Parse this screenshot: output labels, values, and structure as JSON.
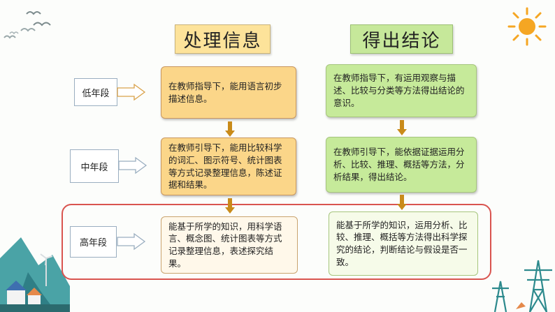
{
  "headers": {
    "process": "处理信息",
    "conclude": "得出结论"
  },
  "levels": {
    "low": "低年段",
    "mid": "中年段",
    "high": "高年段"
  },
  "process_boxes": {
    "low": "在教师指导下，能用语言初步描述信息。",
    "mid": "在教师引导下，能用比较科学的词汇、图示符号、统计图表等方式记录整理信息，陈述证据和结果。",
    "high": "能基于所学的知识，用科学语言、概念图、统计图表等方式记录整理信息，表述探究结果。"
  },
  "conclude_boxes": {
    "low": "在教师指导下，有运用观察与描述、比较与分类等方法得出结论的意识。",
    "mid": "在教师引导下，能依据证据运用分析、比较、推理、概括等方法，分析结果，得出结论。",
    "high": "能基于所学的知识，运用分析、比较、推理、概括等方法得出科学探究的结论，判断结论与假设是否一致。"
  },
  "icons": {
    "sun": "sun-icon",
    "birds": "birds-icon",
    "landscape": "house-landscape-icon",
    "tower": "power-tower-icon"
  },
  "colors": {
    "orange": "#fbd689",
    "green": "#c6ea9a",
    "highlight": "#d9544f",
    "arrow": "#c98b1a"
  }
}
